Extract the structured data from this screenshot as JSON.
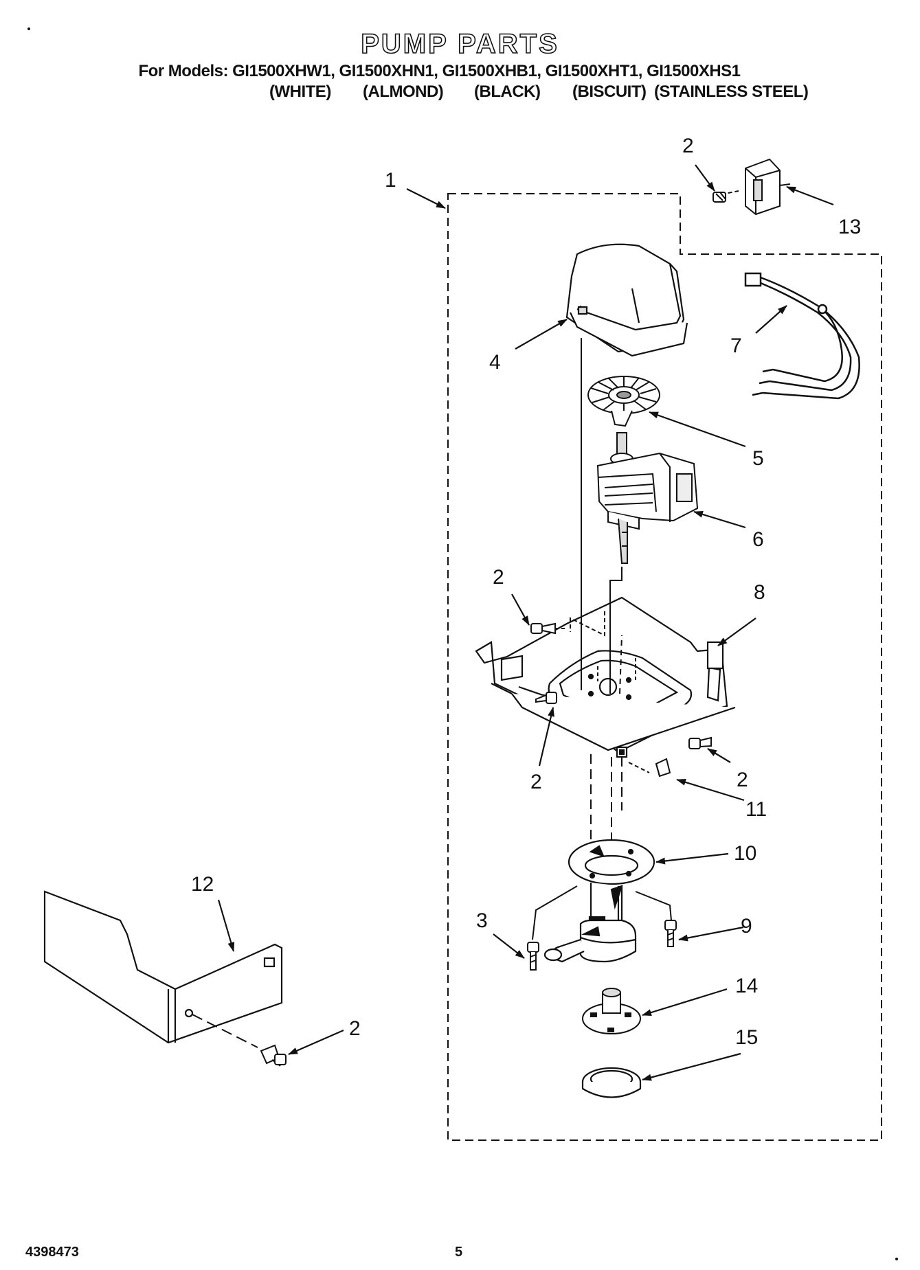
{
  "header": {
    "title": "PUMP PARTS",
    "models_line": "For Models: GI1500XHW1, GI1500XHN1, GI1500XHB1, GI1500XHT1, GI1500XHS1",
    "colors": [
      "(WHITE)",
      "(ALMOND)",
      "(BLACK)",
      "(BISCUIT)",
      "(STAINLESS STEEL)"
    ]
  },
  "callouts": {
    "c1": "1",
    "c2_top": "2",
    "c13": "13",
    "c4": "4",
    "c7": "7",
    "c5": "5",
    "c6": "6",
    "c2_left": "2",
    "c8": "8",
    "c2_mid": "2",
    "c2_right": "2",
    "c11": "11",
    "c10": "10",
    "c12": "12",
    "c3": "3",
    "c9": "9",
    "c14": "14",
    "c2_bottom": "2",
    "c15": "15"
  },
  "footer": {
    "part_number": "4398473",
    "page_number": "5"
  }
}
